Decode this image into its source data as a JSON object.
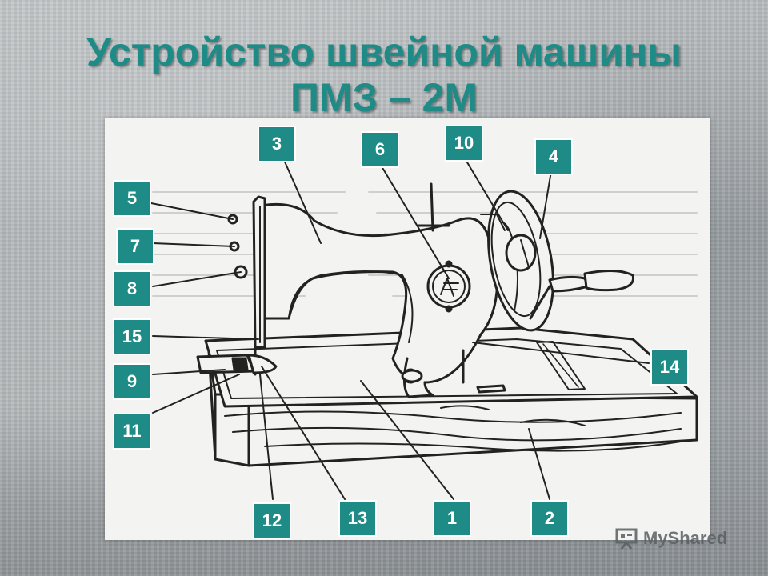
{
  "title": {
    "line1": "Устройство швейной машины",
    "line2": "ПМЗ – 2М"
  },
  "colors": {
    "accent": "#1e8b86",
    "callout_text": "#ffffff",
    "drawing_ink": "#222222"
  },
  "callouts": [
    "1",
    "2",
    "3",
    "4",
    "5",
    "6",
    "7",
    "8",
    "9",
    "10",
    "11",
    "12",
    "13",
    "14",
    "15"
  ],
  "watermark": {
    "text": "MyShared",
    "icon": "presentation-board-icon"
  }
}
